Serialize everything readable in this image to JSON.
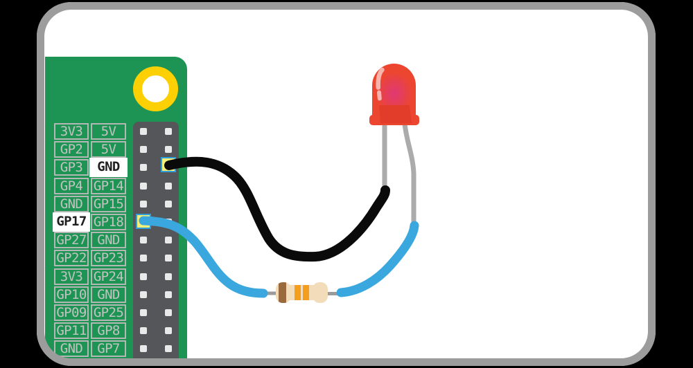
{
  "frame": {
    "outside_bg": "#000000",
    "border": "#9c9c9c",
    "fill": "#ffffff"
  },
  "board": {
    "pcb": "#1e9454",
    "hole_ring": "#fcd003",
    "hole_center": "#ffffff",
    "header_strip": "#55565a",
    "pin_hole": "#e9e9e9",
    "label_text": "#c0c3c0",
    "cell_border": "#b4b8b4",
    "highlight_bg": "#ffffff",
    "highlight_text": "#1f1f1f",
    "marker_fill": "#f5ef7c",
    "marker_border": "#2e9fd9",
    "pin_rows": [
      {
        "left": "3V3",
        "right": "5V"
      },
      {
        "left": "GP2",
        "right": "5V"
      },
      {
        "left": "GP3",
        "right": "GND",
        "right_highlight": true
      },
      {
        "left": "GP4",
        "right": "GP14"
      },
      {
        "left": "GND",
        "right": "GP15"
      },
      {
        "left": "GP17",
        "right": "GP18",
        "left_highlight": true
      },
      {
        "left": "GP27",
        "right": "GND"
      },
      {
        "left": "GP22",
        "right": "GP23"
      },
      {
        "left": "3V3",
        "right": "GP24"
      },
      {
        "left": "GP10",
        "right": "GND"
      },
      {
        "left": "GP09",
        "right": "GP25"
      },
      {
        "left": "GP11",
        "right": "GP8"
      },
      {
        "left": "GND",
        "right": "GP7"
      },
      {
        "left": "",
        "right": ""
      }
    ]
  },
  "circuit": {
    "ground_wire": "#0a0a0a",
    "signal_wire": "#3aa7df",
    "led_leg": "#ababab",
    "resistor_lead": "#9b9b9b",
    "resistor_body": "#f3dcba",
    "band_brown": "#9a6a3f",
    "band_orange": "#f49e1e",
    "led_red": "#ec4631",
    "led_reflector": "#e23d2b",
    "led_glow": "#da3390",
    "led_highlight": "#ffffff"
  }
}
